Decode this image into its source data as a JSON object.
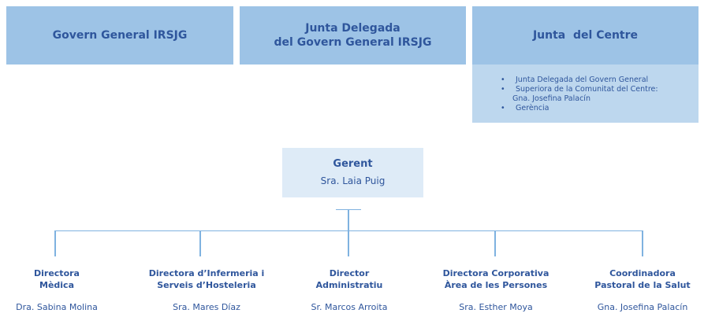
{
  "top_boxes": [
    {
      "title": "Govern General IRSJG"
    },
    {
      "title_line1": "Junta Delegada",
      "title_line2": "del Govern General IRSJG"
    },
    {
      "title": "Junta  del Centre",
      "members": [
        {
          "text": "Junta Delegada del Govern General"
        },
        {
          "text": "Superiora de la Comunitat del Centre:",
          "text2": "Gna. Josefina Palacín"
        },
        {
          "text": "Gerència"
        }
      ]
    }
  ],
  "bullet_glyph": "•",
  "gerent": {
    "title": "Gerent",
    "name": "Sra. Laia Puig"
  },
  "subordinates": [
    {
      "title_line1": "Directora",
      "title_line2": "Mèdica",
      "name": "Dra. Sabina Molina"
    },
    {
      "title_line1": "Directora d’Infermeria i",
      "title_line2": "Serveis d’Hosteleria",
      "name": "Sra. Mares Díaz"
    },
    {
      "title_line1": "Director",
      "title_line2": "Administratiu",
      "name": "Sr. Marcos Arroita"
    },
    {
      "title_line1": "Directora Corporativa",
      "title_line2": "Àrea de les Persones",
      "name": "Sra. Esther Moya"
    },
    {
      "title_line1": "Coordinadora",
      "title_line2": "Pastoral de la Salut",
      "name": "Gna. Josefina Palacín"
    }
  ],
  "colors": {
    "box_dark": "#9dc3e6",
    "box_light": "#bdd7ee",
    "box_gerent": "#deebf7",
    "text": "#2f569c",
    "connector": "#7fb2e0"
  }
}
